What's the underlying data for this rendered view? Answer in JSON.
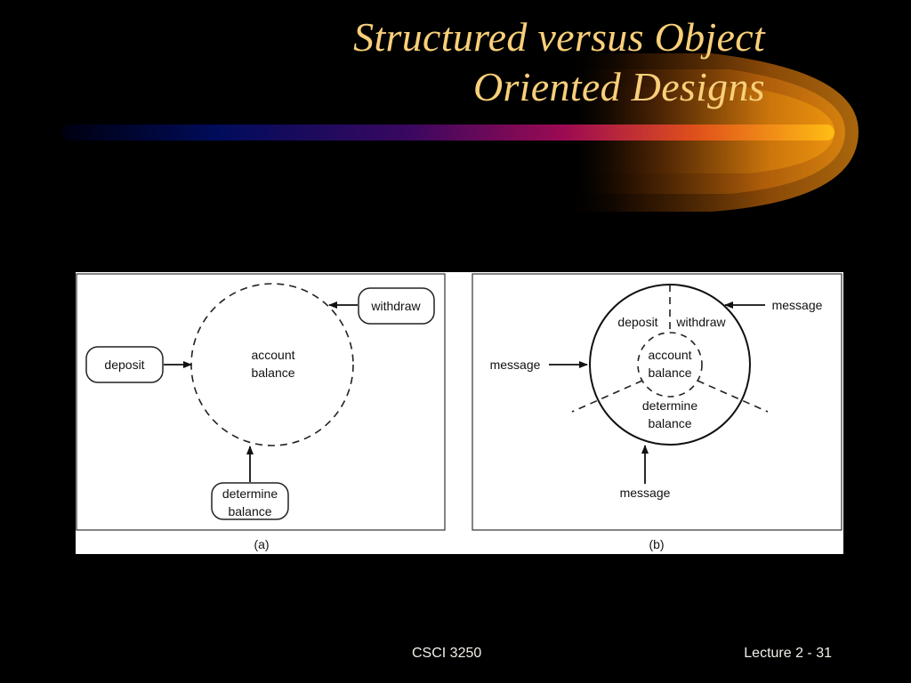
{
  "slide": {
    "title_line1": "Structured versus Object",
    "title_line2": "Oriented Designs",
    "colors": {
      "background": "#000000",
      "title": "#f9cf79",
      "footer": "#f2f0e6",
      "bar_start": "#000033",
      "bar_mid": "#99004d",
      "bar_end": "#ffb300",
      "glow": "#d9770a"
    }
  },
  "diagram_a": {
    "caption": "(a)",
    "center_line1": "account",
    "center_line2": "balance",
    "deposit": "deposit",
    "withdraw": "withdraw",
    "determine_line1": "determine",
    "determine_line2": "balance"
  },
  "diagram_b": {
    "caption": "(b)",
    "center_line1": "account",
    "center_line2": "balance",
    "deposit": "deposit",
    "withdraw": "withdraw",
    "determine_line1": "determine",
    "determine_line2": "balance",
    "message_left": "message",
    "message_right": "message",
    "message_bottom": "message"
  },
  "footer": {
    "course": "CSCI 3250",
    "page": "Lecture 2 - 31"
  }
}
